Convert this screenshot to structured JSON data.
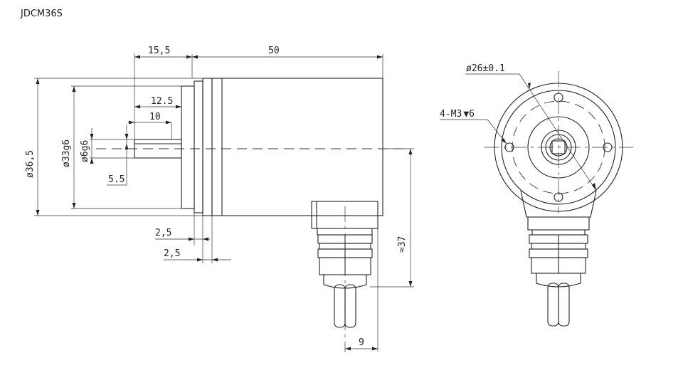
{
  "title": "JDCM36S",
  "dimensions": {
    "d_15_5": "15,5",
    "d_50": "50",
    "d_12_5": "12.5",
    "d_10": "10",
    "d_36_5": "ø36,5",
    "d_33g6": "ø33g6",
    "d_6g6": "ø6g6",
    "d_5_5": "5.5",
    "d_2_5_a": "2,5",
    "d_2_5_b": "2,5",
    "d_37": "≈37",
    "d_9": "9",
    "d_26": "ø26±0.1",
    "d_m3_prefix": "4-M3",
    "d_m3_depth": "6"
  }
}
